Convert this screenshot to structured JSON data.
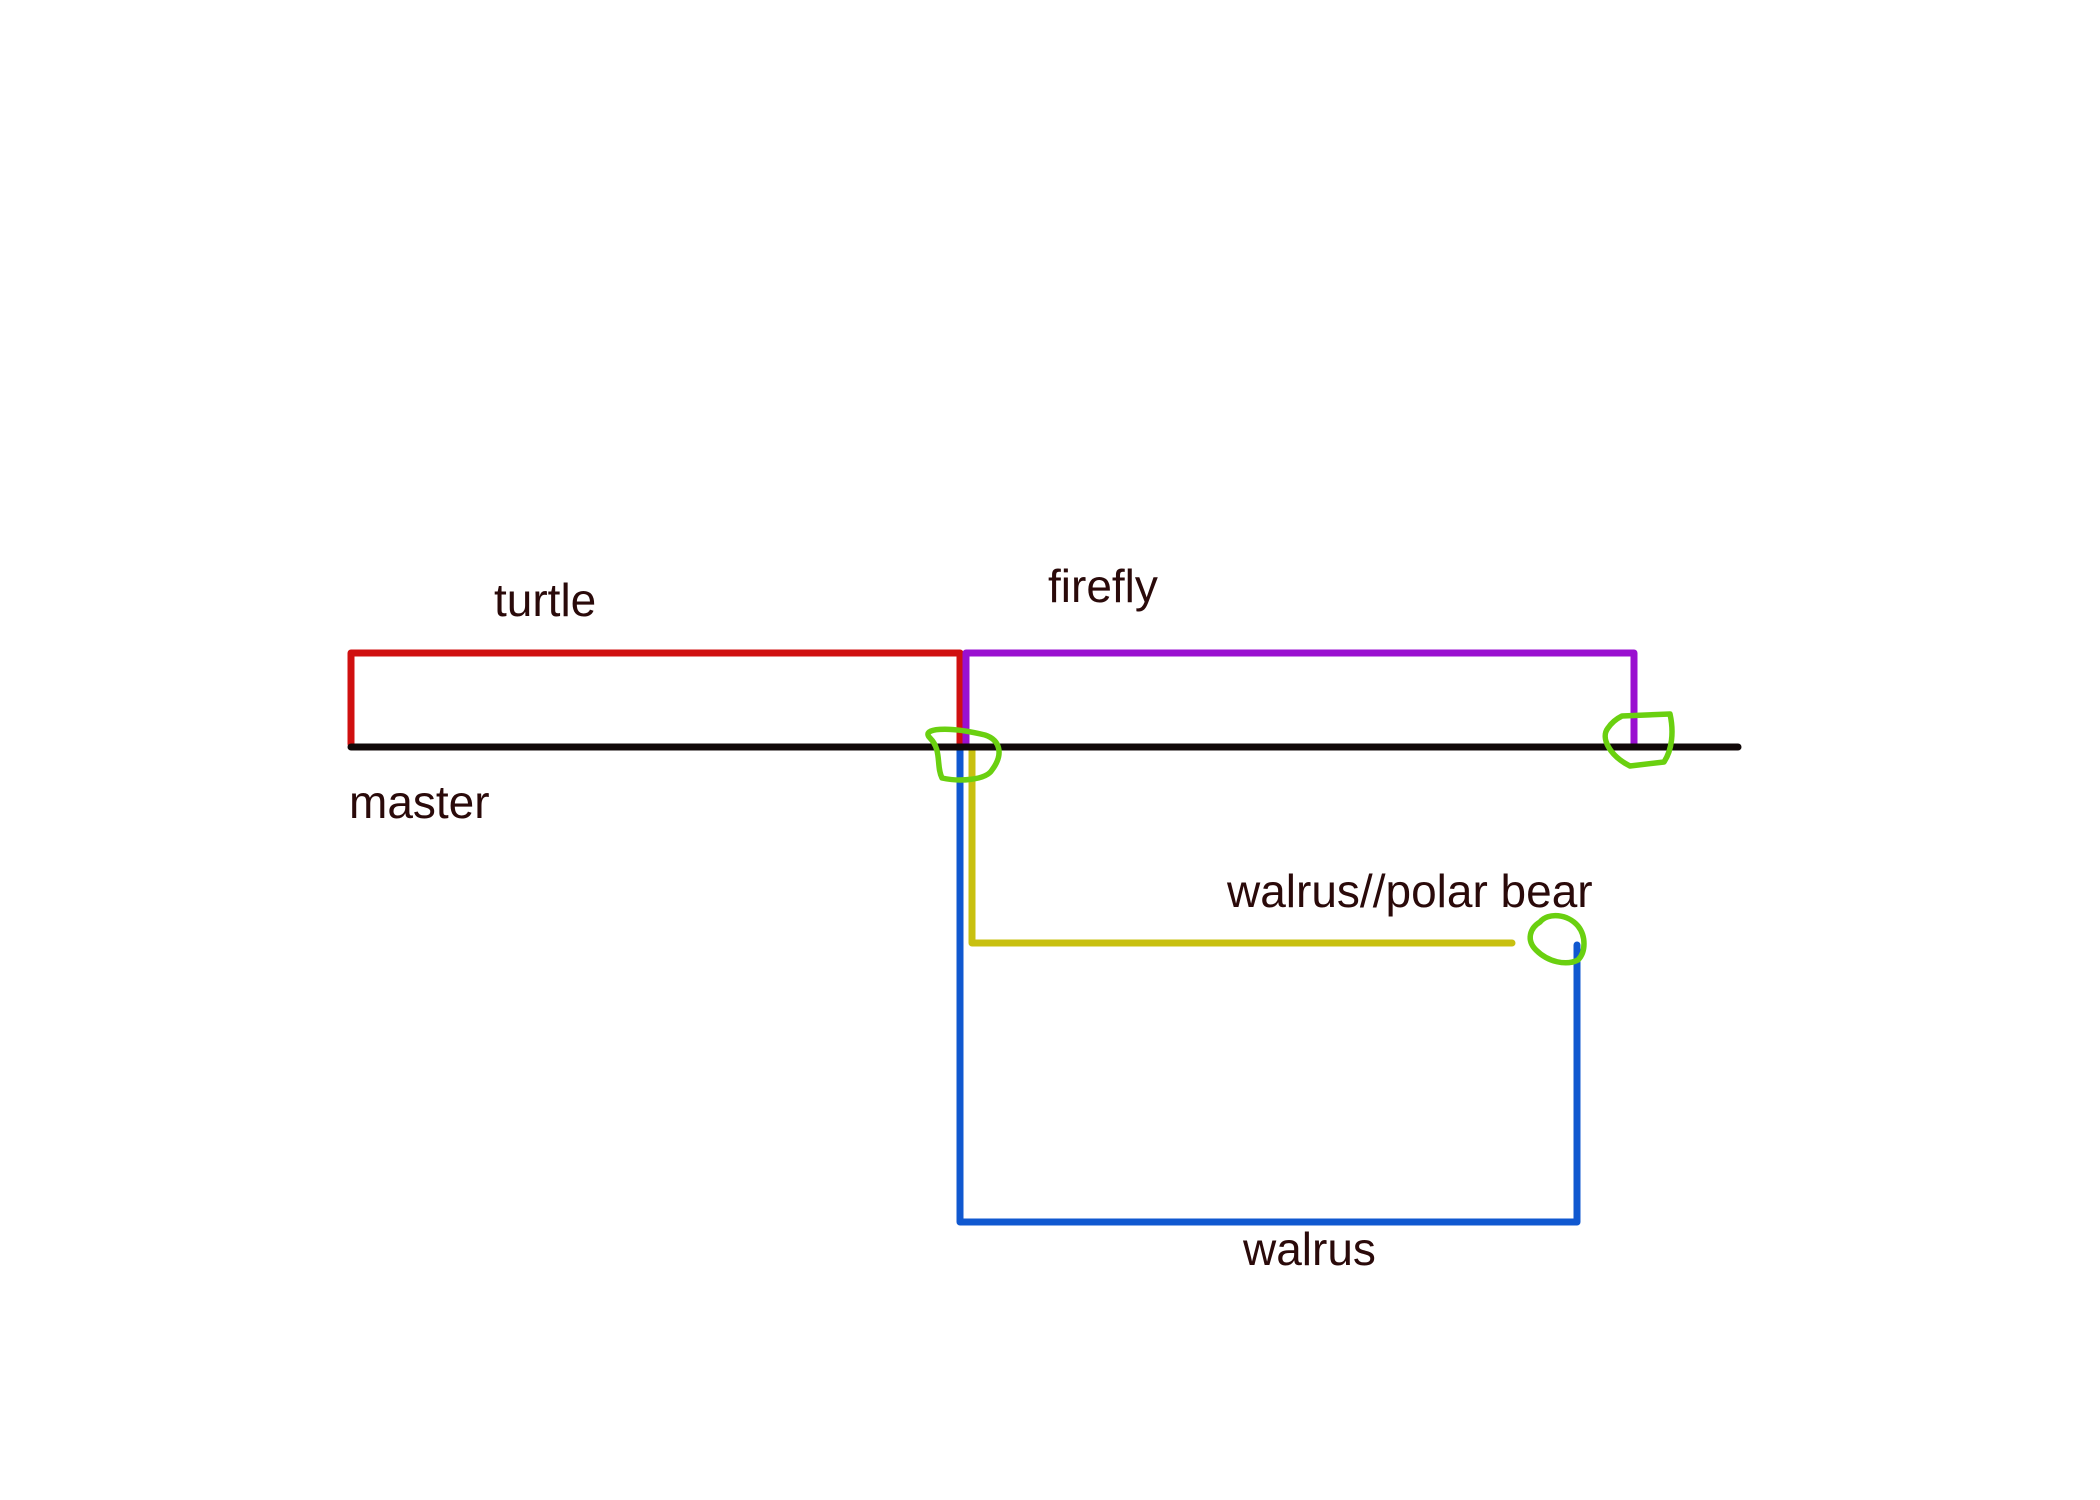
{
  "branches": {
    "master": {
      "label": "master",
      "color": "#100808"
    },
    "turtle": {
      "label": "turtle",
      "color": "#d01010"
    },
    "firefly": {
      "label": "firefly",
      "color": "#9a10d0"
    },
    "walrus_polar_bear": {
      "label": "walrus//polar bear",
      "color": "#c8c010"
    },
    "walrus": {
      "label": "walrus",
      "color": "#1058d0"
    }
  },
  "merge_marker_color": "#6ad010",
  "label_color": "#2a0a0a"
}
